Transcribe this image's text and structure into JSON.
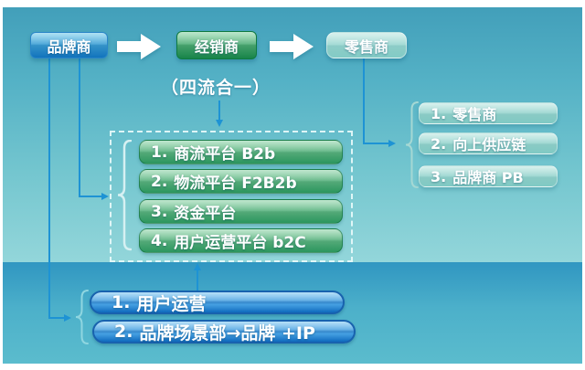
{
  "flow": {
    "nodes": [
      {
        "label": "品牌商"
      },
      {
        "label": "经销商"
      },
      {
        "label": "零售商"
      }
    ],
    "caption": "（四流合一）"
  },
  "platform_list": {
    "items": [
      {
        "num": "1.",
        "label": "商流平台 B2b"
      },
      {
        "num": "2.",
        "label": "物流平台 F2B2b"
      },
      {
        "num": "3.",
        "label": "资金平台"
      },
      {
        "num": "4.",
        "label": "用户运营平台 b2C"
      }
    ]
  },
  "retail_list": {
    "items": [
      {
        "num": "1.",
        "label": "零售商"
      },
      {
        "num": "2.",
        "label": "向上供应链"
      },
      {
        "num": "3.",
        "label": "品牌商 PB"
      }
    ]
  },
  "bottom_list": {
    "items": [
      {
        "num": "1.",
        "label": "用户运营"
      },
      {
        "num": "2.",
        "label": "品牌场景部→品牌 +IP"
      }
    ]
  },
  "colors": {
    "brand_blue": "#1173bd",
    "distributor_green": "#178449",
    "retailer_teal": "#7cc8c3",
    "bottom_box_blue": "#0f6fc8",
    "connector_blue": "#1e93d4",
    "background_top": "#55b2c6",
    "background_band": "#4cb0ca"
  }
}
